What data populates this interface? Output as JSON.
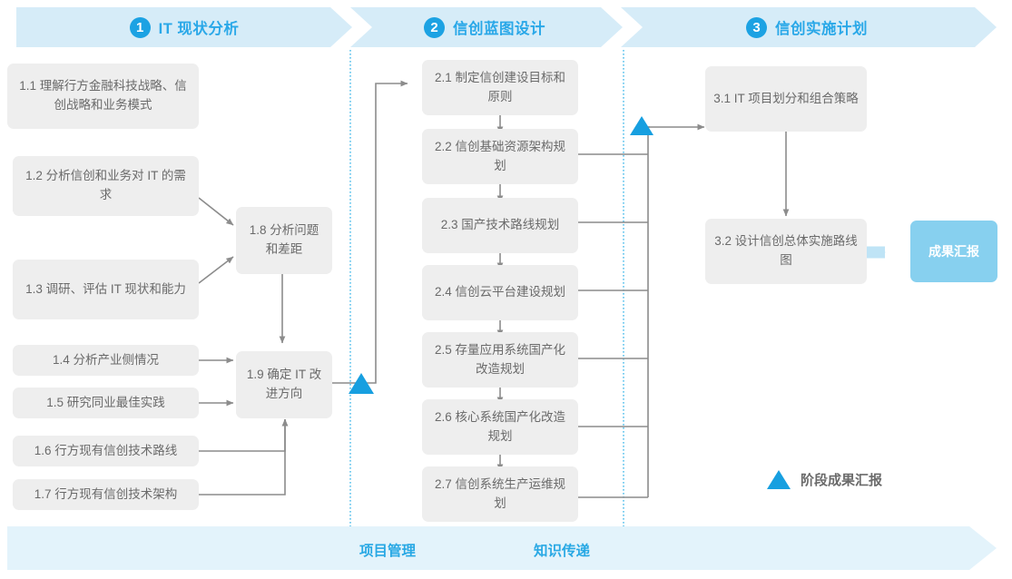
{
  "phases": [
    {
      "num": "1",
      "title": "IT 现状分析"
    },
    {
      "num": "2",
      "title": "信创蓝图设计"
    },
    {
      "num": "3",
      "title": "信创实施计划"
    }
  ],
  "phase1_tasks": [
    {
      "id": "1.1",
      "label": "1.1 理解行方金融科技战略、信创战略和业务模式"
    },
    {
      "id": "1.2",
      "label": "1.2 分析信创和业务对 IT 的需求"
    },
    {
      "id": "1.3",
      "label": "1.3 调研、评估 IT 现状和能力"
    },
    {
      "id": "1.4",
      "label": "1.4 分析产业侧情况"
    },
    {
      "id": "1.5",
      "label": "1.5 研究同业最佳实践"
    },
    {
      "id": "1.6",
      "label": "1.6 行方现有信创技术路线"
    },
    {
      "id": "1.7",
      "label": "1.7 行方现有信创技术架构"
    },
    {
      "id": "1.8",
      "label": "1.8 分析问题和差距"
    },
    {
      "id": "1.9",
      "label": "1.9 确定 IT 改进方向"
    }
  ],
  "phase2_tasks": [
    {
      "id": "2.1",
      "label": "2.1 制定信创建设目标和原则"
    },
    {
      "id": "2.2",
      "label": "2.2 信创基础资源架构规划"
    },
    {
      "id": "2.3",
      "label": "2.3 国产技术路线规划"
    },
    {
      "id": "2.4",
      "label": "2.4 信创云平台建设规划"
    },
    {
      "id": "2.5",
      "label": "2.5 存量应用系统国产化改造规划"
    },
    {
      "id": "2.6",
      "label": "2.6 核心系统国产化改造规划"
    },
    {
      "id": "2.7",
      "label": "2.7 信创系统生产运维规划"
    }
  ],
  "phase3_tasks": [
    {
      "id": "3.1",
      "label": "3.1 IT 项目划分和组合策略"
    },
    {
      "id": "3.2",
      "label": "3.2 设计信创总体实施路线图"
    }
  ],
  "outcome": {
    "label": "成果汇报"
  },
  "legend": {
    "label": "阶段成果汇报"
  },
  "bottom_band": {
    "labels": [
      "项目管理",
      "知识传递"
    ]
  },
  "colors": {
    "accent": "#1ca2e3",
    "band": "#d6ecf8",
    "bottom_band": "#e3f3fb",
    "box": "#eeeeee",
    "box_text": "#6a6a6a",
    "outcome_box": "#87d0ef",
    "connector": "#8c8c8c",
    "divider": "#35b4e8"
  }
}
